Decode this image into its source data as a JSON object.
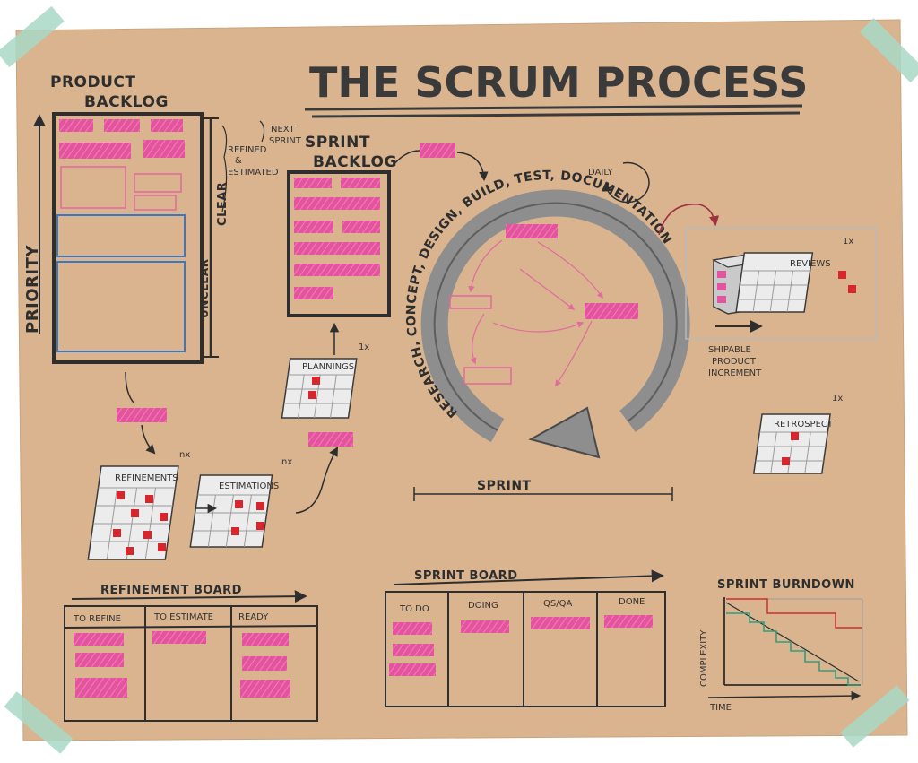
{
  "title": "THE SCRUM PROCESS",
  "colors": {
    "paper": "#d9b48f",
    "ink": "#2e2e2e",
    "pink": "#e4549e",
    "red": "#d8262d",
    "blue": "#3b78c4",
    "tape": "#a8d8c6",
    "green": "#2f9e7f",
    "burn_red": "#c9302c"
  },
  "product_backlog": {
    "title_line1": "PRODUCT",
    "title_line2": "BACKLOG",
    "priority": "PRIORITY",
    "clear": "CLEAR",
    "unclear": "UNCLEAR",
    "refined_line1": "REFINED",
    "refined_line2": "&",
    "refined_line3": "ESTIMATED",
    "next_line1": "NEXT",
    "next_line2": "SPRINT"
  },
  "sprint_backlog": {
    "title_line1": "SPRINT",
    "title_line2": "BACKLOG"
  },
  "meetings": {
    "refinements": "REFINEMENTS",
    "estimations": "ESTIMATIONS",
    "plannings": "PLANNINGS",
    "reviews": "REVIEWS",
    "retrospect": "RETROSPECT",
    "nx": "nx",
    "once": "1x"
  },
  "cycle": {
    "daily": "DAILY",
    "phases": "RESEARCH, CONCEPT, DESIGN, BUILD, TEST, DOCUMENTATION",
    "sprint": "SPRINT"
  },
  "increment": {
    "line1": "SHIPABLE",
    "line2": "PRODUCT",
    "line3": "INCREMENT"
  },
  "refinement_board": {
    "title": "REFINEMENT BOARD",
    "columns": [
      "TO REFINE",
      "TO ESTIMATE",
      "READY"
    ]
  },
  "sprint_board": {
    "title": "SPRINT BOARD",
    "columns": [
      "TO DO",
      "DOING",
      "QS/QA",
      "DONE"
    ]
  },
  "burndown": {
    "title": "SPRINT BURNDOWN",
    "ylabel": "COMPLEXITY",
    "xlabel": "TIME"
  }
}
